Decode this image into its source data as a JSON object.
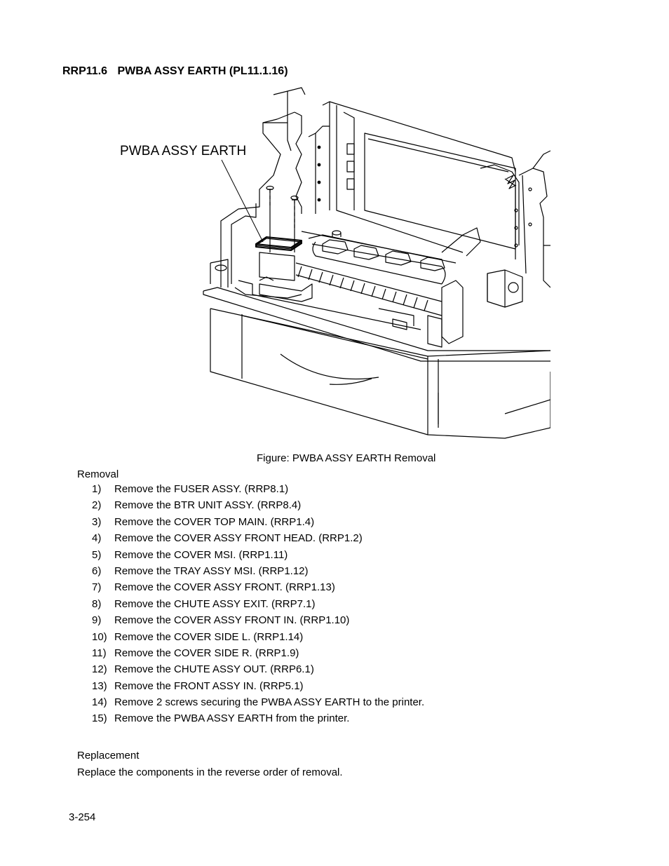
{
  "section": {
    "number": "RRP11.6",
    "title": "PWBA ASSY EARTH (PL11.1.16)"
  },
  "figure": {
    "callout_label": "PWBA ASSY EARTH",
    "caption": "Figure: PWBA ASSY EARTH Removal"
  },
  "removal": {
    "heading": "Removal",
    "steps": [
      {
        "n": "1)",
        "text": "Remove the FUSER ASSY. (RRP8.1)"
      },
      {
        "n": "2)",
        "text": "Remove the BTR UNIT ASSY. (RRP8.4)"
      },
      {
        "n": "3)",
        "text": "Remove the COVER TOP MAIN. (RRP1.4)"
      },
      {
        "n": "4)",
        "text": "Remove the COVER ASSY FRONT HEAD. (RRP1.2)"
      },
      {
        "n": "5)",
        "text": "Remove the COVER MSI. (RRP1.11)"
      },
      {
        "n": "6)",
        "text": "Remove the TRAY ASSY MSI. (RRP1.12)"
      },
      {
        "n": "7)",
        "text": "Remove the COVER ASSY FRONT. (RRP1.13)"
      },
      {
        "n": "8)",
        "text": "Remove the CHUTE ASSY EXIT. (RRP7.1)"
      },
      {
        "n": "9)",
        "text": "Remove the COVER ASSY FRONT IN. (RRP1.10)"
      },
      {
        "n": "10)",
        "text": "Remove the COVER SIDE L. (RRP1.14)"
      },
      {
        "n": "11)",
        "text": "Remove the COVER SIDE R. (RRP1.9)"
      },
      {
        "n": "12)",
        "text": "Remove the CHUTE ASSY OUT. (RRP6.1)"
      },
      {
        "n": "13)",
        "text": "Remove the FRONT ASSY IN. (RRP5.1)"
      },
      {
        "n": "14)",
        "text": "Remove 2 screws securing the PWBA ASSY EARTH to the printer."
      },
      {
        "n": "15)",
        "text": "Remove the PWBA ASSY EARTH from the printer."
      }
    ]
  },
  "replacement": {
    "heading": "Replacement",
    "text": "Replace the components in the reverse order of removal."
  },
  "page_number": "3-254"
}
